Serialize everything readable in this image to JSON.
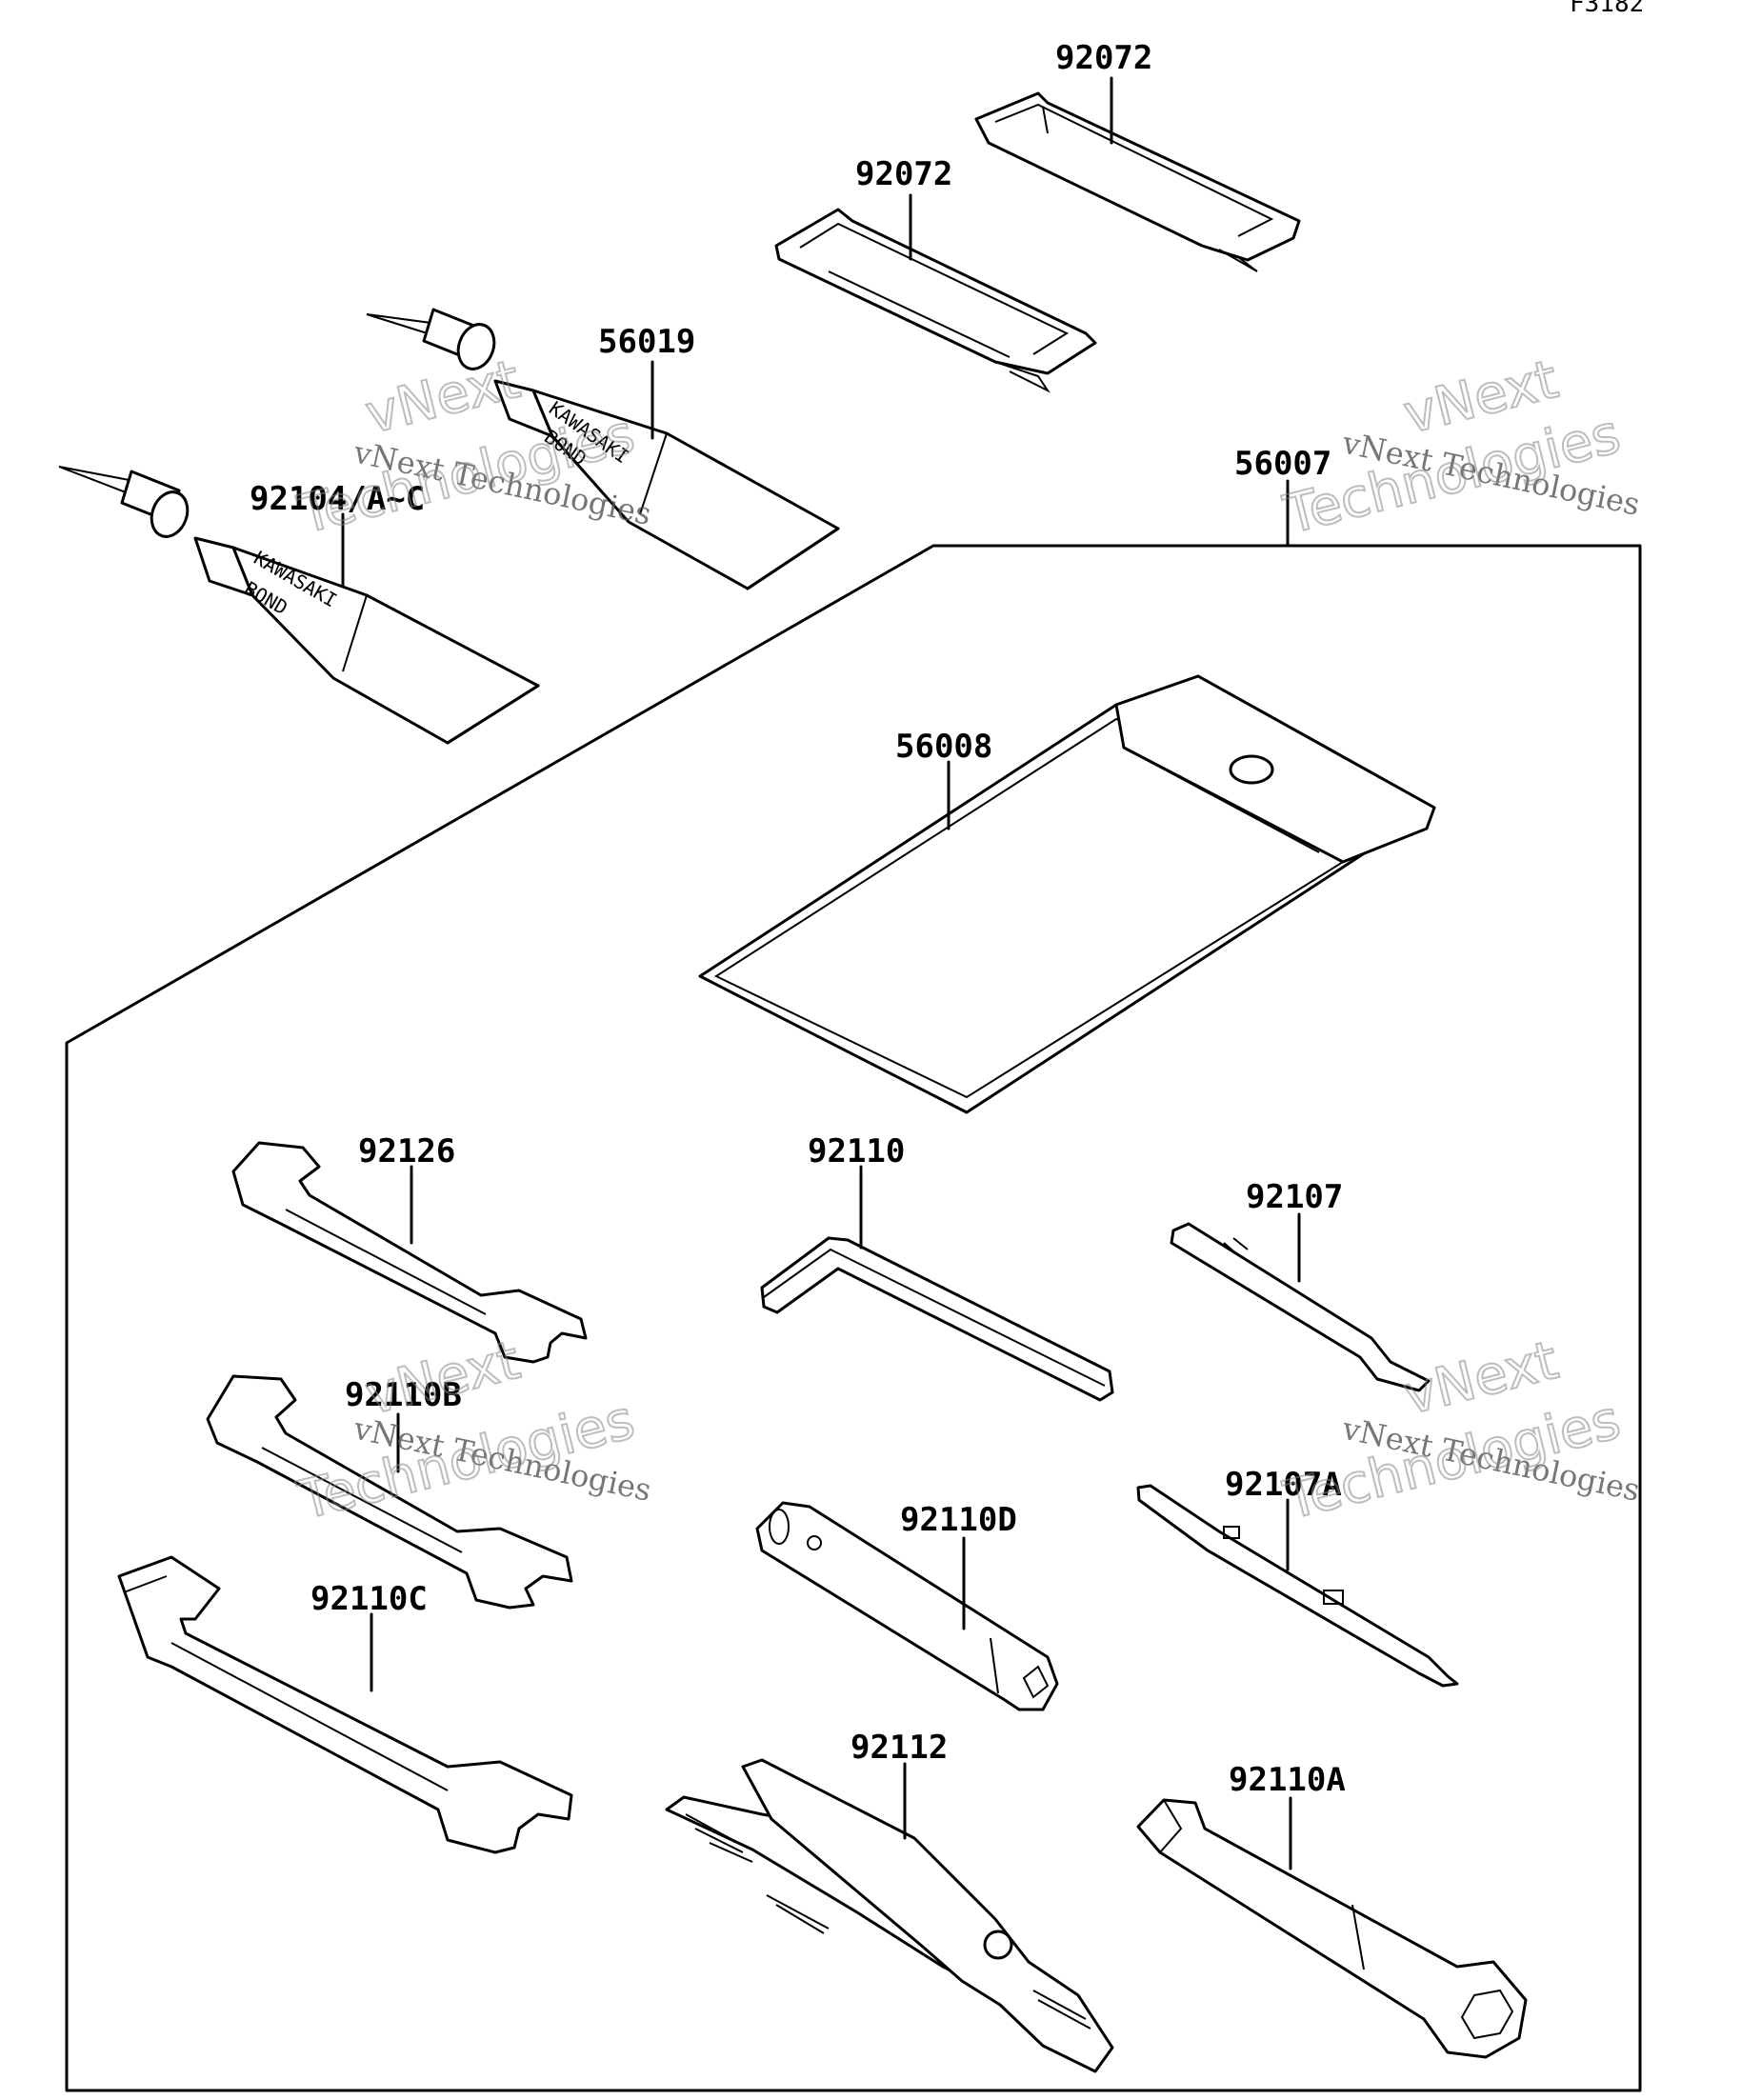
{
  "figure_code": "F3182",
  "callouts": {
    "strap_top": "92072",
    "strap_lower": "92072",
    "bond_56019": "56019",
    "bond_92104": "92104/A~C",
    "tool_kit": "56007",
    "tool_case": "56008",
    "wrench_92126": "92126",
    "hex_key_92110": "92110",
    "screwdriver_92107": "92107",
    "wrench_92110b": "92110B",
    "box_wrench_92110d": "92110D",
    "screwdriver_92107a": "92107A",
    "wrench_92110c": "92110C",
    "pliers_92112": "92112",
    "box_wrench_92110a": "92110A"
  },
  "tube_labels": {
    "line1": "KAWASAKI",
    "line2": "BOND"
  },
  "watermarks": [
    {
      "line1": "vNext Technologies",
      "line2": "vNext",
      "line3": "Technologies"
    },
    {
      "line1": "vNext Technologies",
      "line2": "vNext",
      "line3": "Technologies"
    },
    {
      "line1": "vNext Technologies",
      "line2": "vNext",
      "line3": "Technologies"
    },
    {
      "line1": "vNext Technologies",
      "line2": "vNext",
      "line3": "Technologies"
    }
  ]
}
